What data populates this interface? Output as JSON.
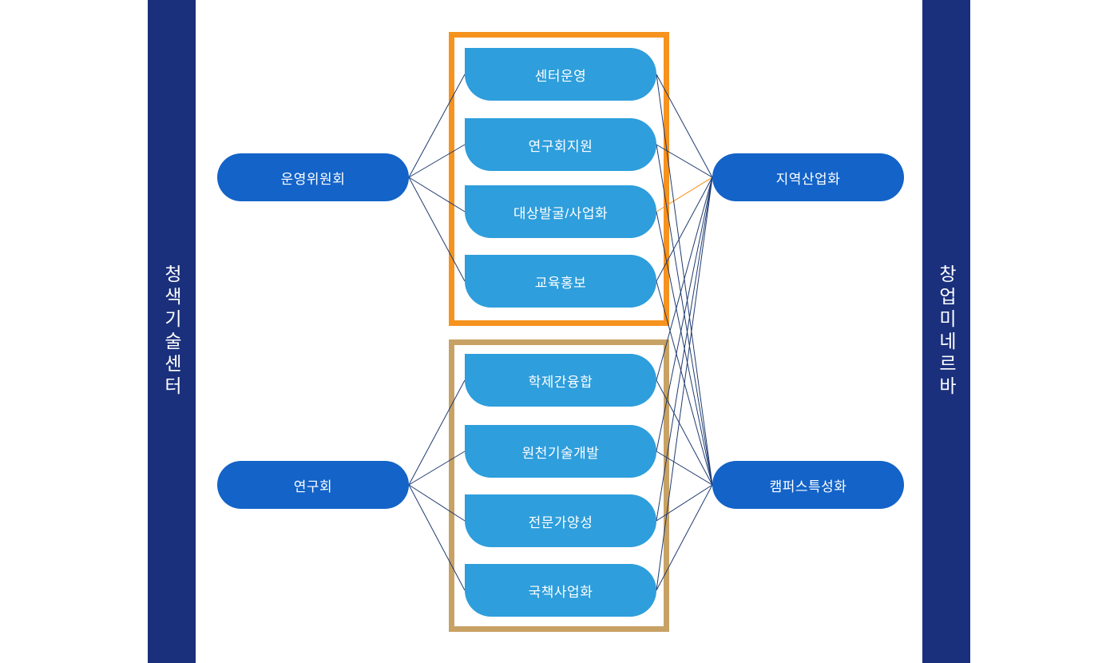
{
  "left_bar": {
    "label": "청색기술센터"
  },
  "right_bar": {
    "label": "창업미네르바"
  },
  "colors": {
    "side_bar": "#1A307D",
    "dark_pill": "#1363C8",
    "light_pill": "#2E9EDC",
    "group_top_border": "#F6921E",
    "group_bottom_border": "#C8A264",
    "edge": "#1F3B70",
    "edge_highlight": "#F6921E",
    "text": "#FFFFFF"
  },
  "diagram": {
    "left_nodes": [
      {
        "id": "op-committee",
        "label": "운영위원회"
      },
      {
        "id": "research-society",
        "label": "연구회"
      }
    ],
    "right_nodes": [
      {
        "id": "regional-industry",
        "label": "지역산업화"
      },
      {
        "id": "campus-special",
        "label": "캠퍼스특성화"
      }
    ],
    "group_top": {
      "items": [
        {
          "id": "center-operation",
          "label": "센터운영"
        },
        {
          "id": "research-support",
          "label": "연구회지원"
        },
        {
          "id": "target-discovery",
          "label": "대상발굴/사업화"
        },
        {
          "id": "education-pr",
          "label": "교육홍보"
        }
      ]
    },
    "group_bottom": {
      "items": [
        {
          "id": "interdisciplinary",
          "label": "학제간융합"
        },
        {
          "id": "core-tech",
          "label": "원천기술개발"
        },
        {
          "id": "expert-training",
          "label": "전문가양성"
        },
        {
          "id": "national-project",
          "label": "국책사업화"
        }
      ]
    },
    "edges": [
      {
        "from": "op-committee",
        "to": "center-operation"
      },
      {
        "from": "op-committee",
        "to": "research-support"
      },
      {
        "from": "op-committee",
        "to": "target-discovery"
      },
      {
        "from": "op-committee",
        "to": "education-pr"
      },
      {
        "from": "research-society",
        "to": "interdisciplinary"
      },
      {
        "from": "research-society",
        "to": "core-tech"
      },
      {
        "from": "research-society",
        "to": "expert-training"
      },
      {
        "from": "research-society",
        "to": "national-project"
      },
      {
        "from": "center-operation",
        "to": "regional-industry"
      },
      {
        "from": "research-support",
        "to": "regional-industry"
      },
      {
        "from": "target-discovery",
        "to": "regional-industry",
        "color": "#F6921E"
      },
      {
        "from": "education-pr",
        "to": "regional-industry"
      },
      {
        "from": "center-operation",
        "to": "campus-special"
      },
      {
        "from": "research-support",
        "to": "campus-special"
      },
      {
        "from": "target-discovery",
        "to": "campus-special"
      },
      {
        "from": "education-pr",
        "to": "campus-special"
      },
      {
        "from": "interdisciplinary",
        "to": "regional-industry"
      },
      {
        "from": "core-tech",
        "to": "regional-industry"
      },
      {
        "from": "expert-training",
        "to": "regional-industry"
      },
      {
        "from": "national-project",
        "to": "regional-industry"
      },
      {
        "from": "interdisciplinary",
        "to": "campus-special"
      },
      {
        "from": "core-tech",
        "to": "campus-special"
      },
      {
        "from": "expert-training",
        "to": "campus-special"
      },
      {
        "from": "national-project",
        "to": "campus-special"
      }
    ]
  }
}
